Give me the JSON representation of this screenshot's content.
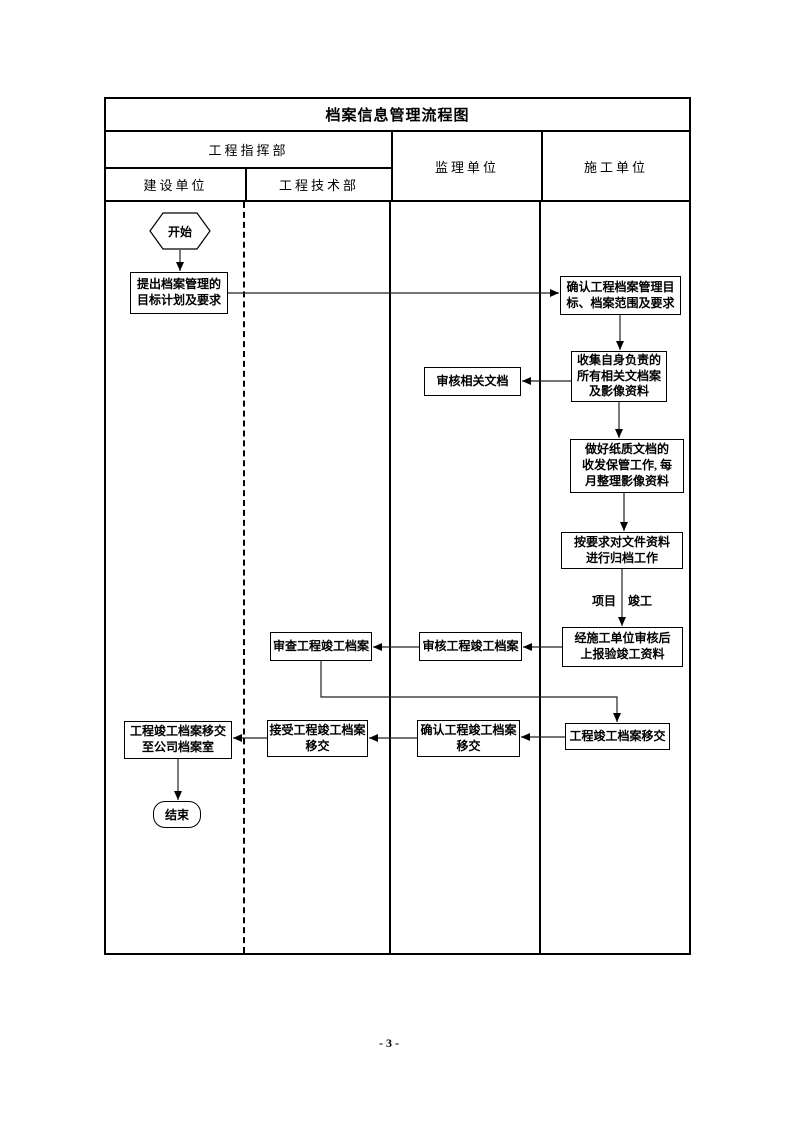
{
  "title": "档案信息管理流程图",
  "header": {
    "group": "工程指挥部",
    "columns": [
      "建设单位",
      "工程技术部",
      "监理单位",
      "施工单位"
    ]
  },
  "nodes": {
    "start": "开始",
    "propose": "提出档案管理的\n目标计划及要求",
    "confirm_goals": "确认工程档案管理目\n标、档案范围及要求",
    "collect": "收集自身负责的\n所有相关文档案\n及影像资料",
    "review_docs": "审核相关文档",
    "paper_custody": "做好纸质文档的\n收发保管工作, 每\n月整理影像资料",
    "archive_work": "按要求对文件资料\n进行归档工作",
    "report_completion": "经施工单位审核后\n上报验竣工资料",
    "check_completion": "审核工程竣工档案",
    "examine_completion": "审查工程竣工档案",
    "transfer_archive": "工程竣工档案移交",
    "confirm_transfer": "确认工程竣工档案\n移交",
    "accept_transfer": "接受工程竣工档案\n移交",
    "move_to_company": "工程竣工档案移交\n至公司档案室",
    "end": "结束"
  },
  "edge_label": {
    "left": "项目",
    "right": "竣工"
  },
  "page_number": "- 3 -",
  "colors": {
    "line": "#222222",
    "border": "#000000",
    "background": "#ffffff"
  }
}
